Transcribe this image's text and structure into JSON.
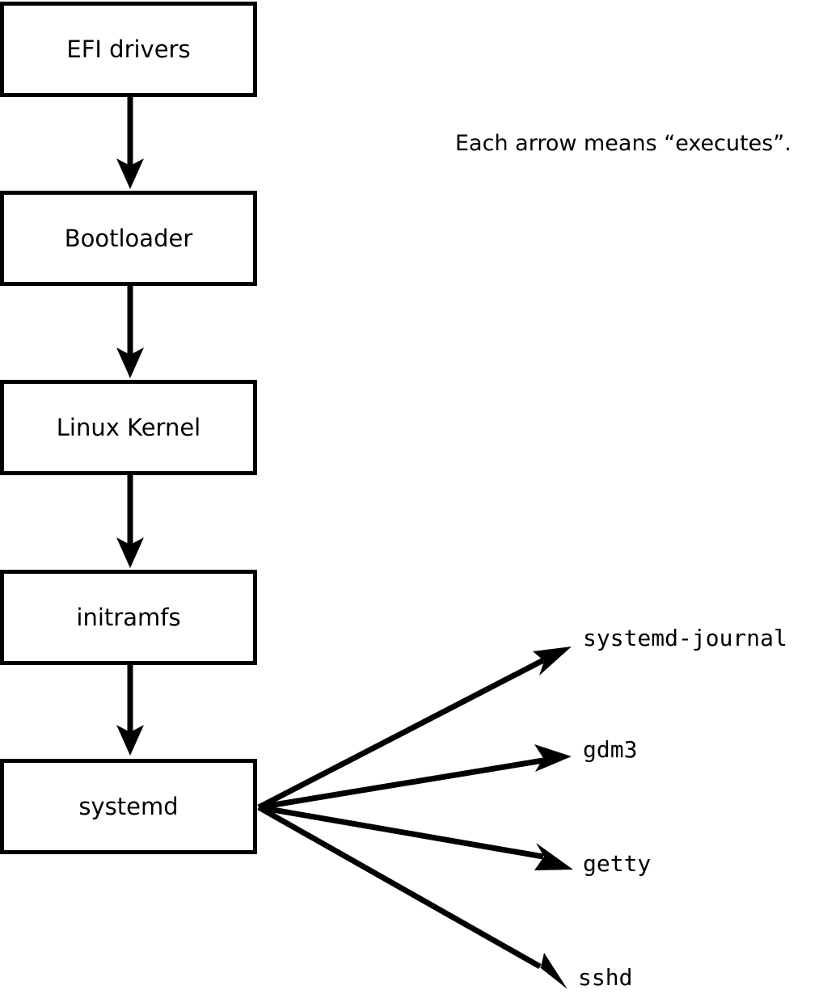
{
  "diagram": {
    "caption": "Each arrow means “executes”.",
    "boot_chain": [
      {
        "label": "EFI drivers"
      },
      {
        "label": "Bootloader"
      },
      {
        "label": "Linux Kernel"
      },
      {
        "label": "initramfs"
      },
      {
        "label": "systemd"
      }
    ],
    "services": [
      {
        "label": "systemd-journal"
      },
      {
        "label": "gdm3"
      },
      {
        "label": "getty"
      },
      {
        "label": "sshd"
      }
    ],
    "colors": {
      "stroke": "#000000",
      "fill": "#ffffff",
      "text": "#000000"
    }
  }
}
